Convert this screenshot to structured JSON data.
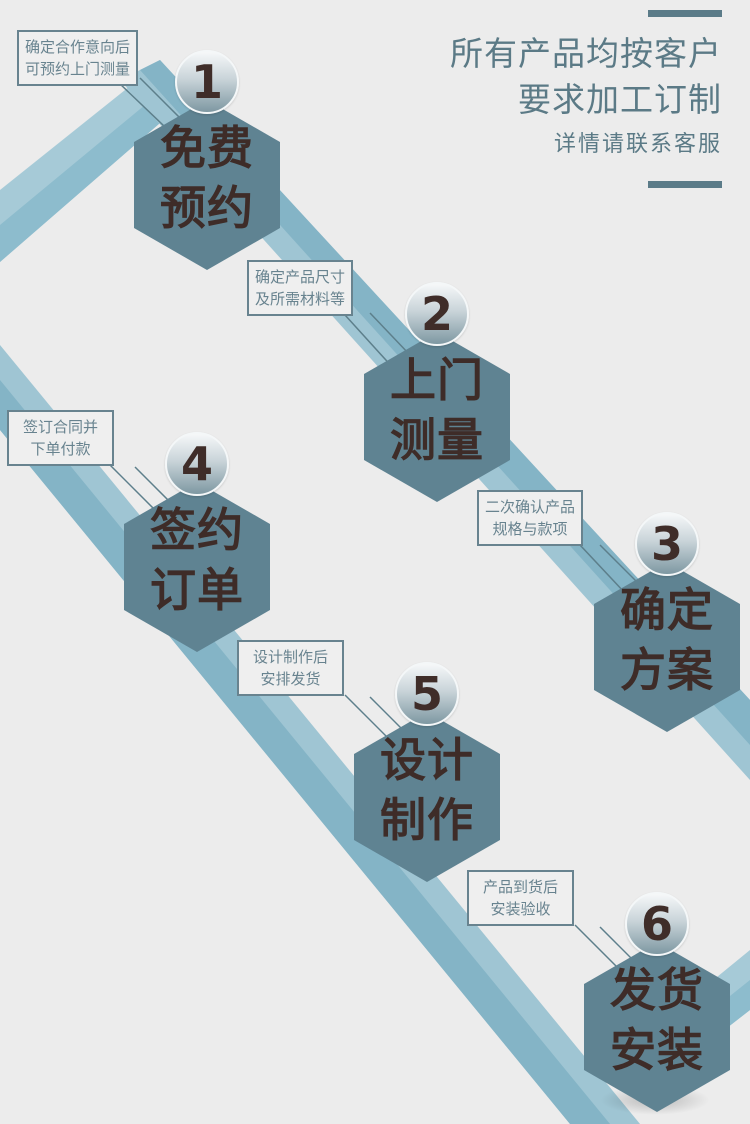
{
  "header": {
    "title_line1": "所有产品均按客户",
    "title_line2": "要求加工订制",
    "subtitle": "详情请联系客服"
  },
  "colors": {
    "background": "#ececec",
    "hexagon": "#5f8392",
    "band_light": "#9ec4d2",
    "band_dark": "#7fb0c3",
    "accent_bar": "#5b7b88",
    "step_text": "#3e2c28",
    "note_text": "#68838f"
  },
  "steps": [
    {
      "number": "1",
      "title_line1": "免费",
      "title_line2": "预约",
      "note_line1": "确定合作意向后",
      "note_line2": "可预约上门测量"
    },
    {
      "number": "2",
      "title_line1": "上门",
      "title_line2": "测量",
      "note_line1": "确定产品尺寸",
      "note_line2": "及所需材料等"
    },
    {
      "number": "3",
      "title_line1": "确定",
      "title_line2": "方案",
      "note_line1": "二次确认产品",
      "note_line2": "规格与款项"
    },
    {
      "number": "4",
      "title_line1": "签约",
      "title_line2": "订单",
      "note_line1": "签订合同并",
      "note_line2": "下单付款"
    },
    {
      "number": "5",
      "title_line1": "设计",
      "title_line2": "制作",
      "note_line1": "设计制作后",
      "note_line2": "安排发货"
    },
    {
      "number": "6",
      "title_line1": "发货",
      "title_line2": "安装",
      "note_line1": "产品到货后",
      "note_line2": "安装验收"
    }
  ]
}
